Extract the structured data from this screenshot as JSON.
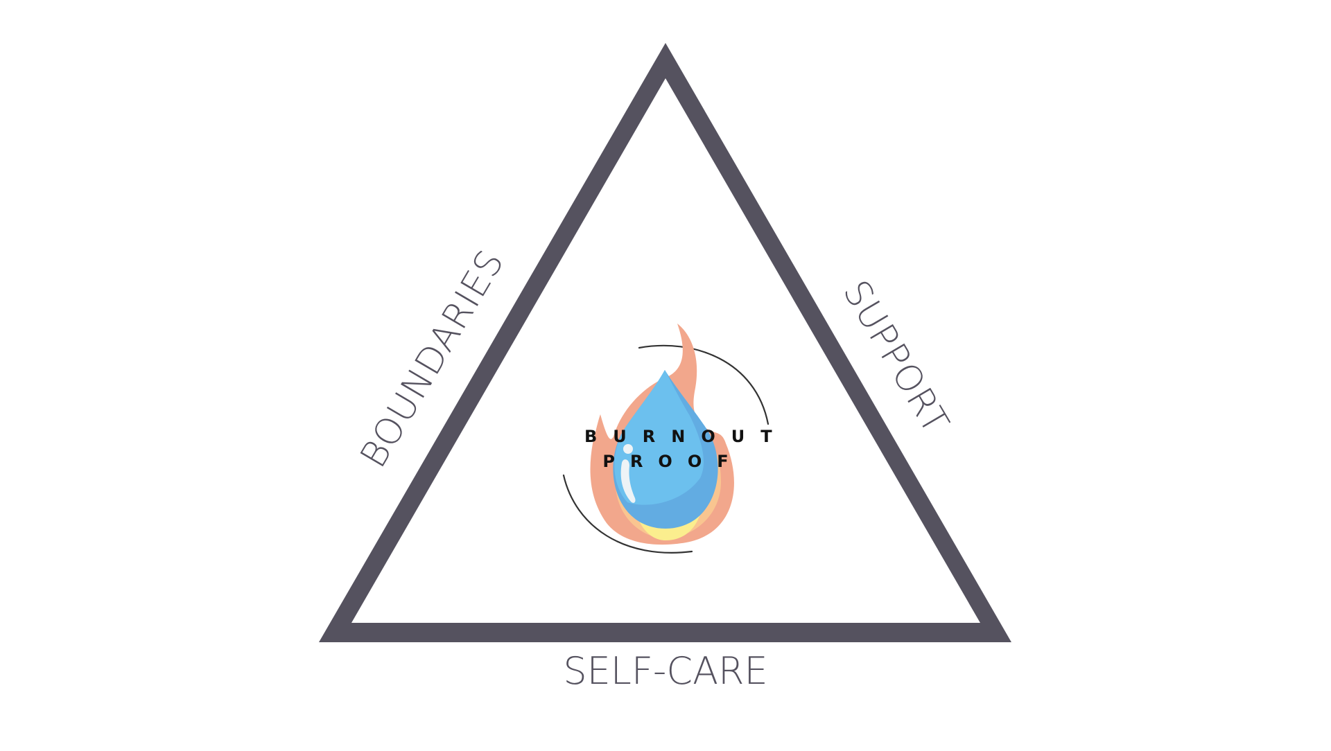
{
  "diagram": {
    "type": "triangle-framework",
    "sides": {
      "left": {
        "label": "BOUNDARIES"
      },
      "right": {
        "label": "SUPPORT"
      },
      "bottom": {
        "label": "SELF-CARE"
      }
    },
    "center_logo": {
      "line1": "BURNOUT",
      "line2": "PROOF",
      "icons": [
        "flame-icon",
        "water-drop-icon"
      ]
    }
  },
  "colors": {
    "triangle": "#55525f",
    "label_text": "#55525f",
    "flame_outer": "#f2a78c",
    "flame_mid": "#f9c590",
    "flame_core": "#fbee8e",
    "drop_light": "#6cc0ee",
    "drop_dark": "#62ace2",
    "drop_highlight": "#eef3f6",
    "arc": "#333333",
    "logo_text": "#111111"
  }
}
